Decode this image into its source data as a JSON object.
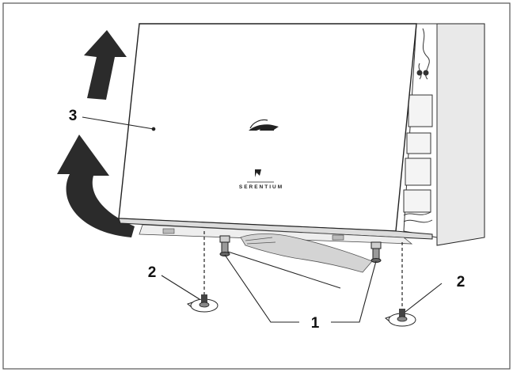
{
  "figure": {
    "callouts": {
      "one": "1",
      "two": "2",
      "three": "3"
    },
    "logo_text": "SERENTIUM",
    "colors": {
      "frame": "#555555",
      "arrow": "#2b2b2b",
      "line": "#222222",
      "cabinet_side": "#e9e9e9",
      "hand": "#d4d4d4"
    }
  }
}
